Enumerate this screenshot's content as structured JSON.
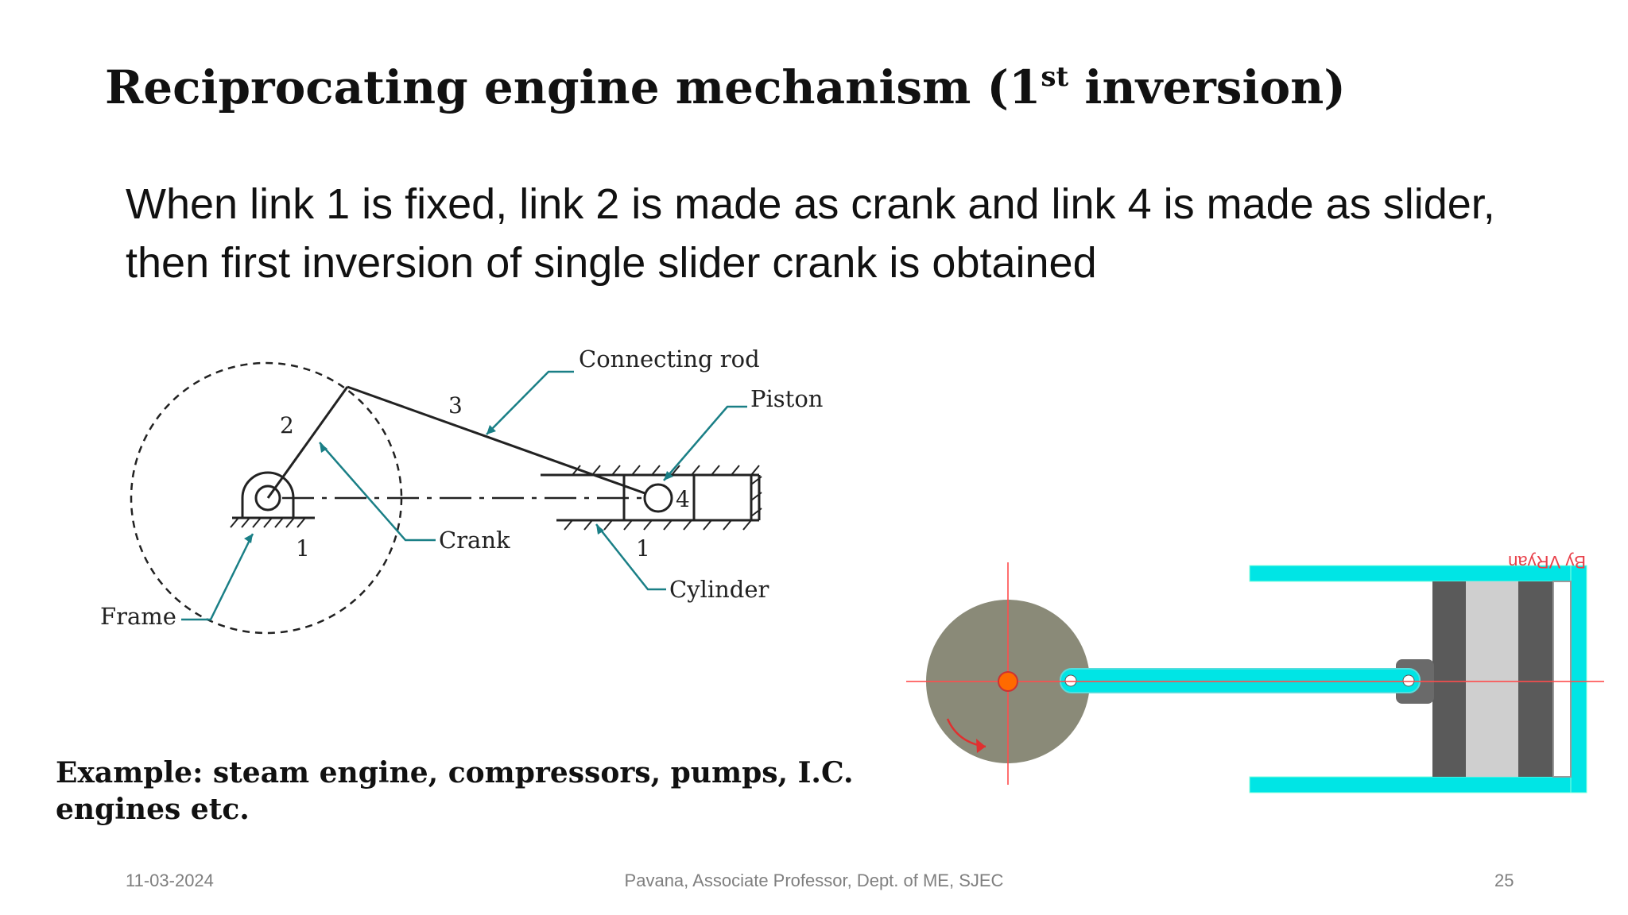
{
  "slide": {
    "title_main": "Reciprocating engine mechanism (1",
    "title_sup": "st",
    "title_end": " inversion)",
    "body": "When link 1 is fixed, link 2 is made as crank and link 4 is made as slider, then first inversion of single slider crank is obtained",
    "example": "Example: steam engine, compressors, pumps, I.C. engines etc."
  },
  "diagram": {
    "labels": {
      "connecting_rod": "Connecting rod",
      "piston": "Piston",
      "crank": "Crank",
      "cylinder": "Cylinder",
      "frame": "Frame"
    },
    "link_numbers": {
      "crank_link": "2",
      "rod_link": "3",
      "slider_link": "4",
      "frame_link_left": "1",
      "frame_link_right": "1"
    },
    "watermark": "By VRyan",
    "colors": {
      "leader_line": "#1a7f86",
      "rod": "#00e5e5",
      "disc": "#8a8a78",
      "crosshair": "#ff4d4d",
      "pivot": "#ff6a00",
      "piston_dark": "#5a5a5a",
      "piston_light": "#cfcfcf"
    }
  },
  "footer": {
    "date": "11-03-2024",
    "author": "Pavana, Associate Professor, Dept. of ME, SJEC",
    "page": "25"
  }
}
